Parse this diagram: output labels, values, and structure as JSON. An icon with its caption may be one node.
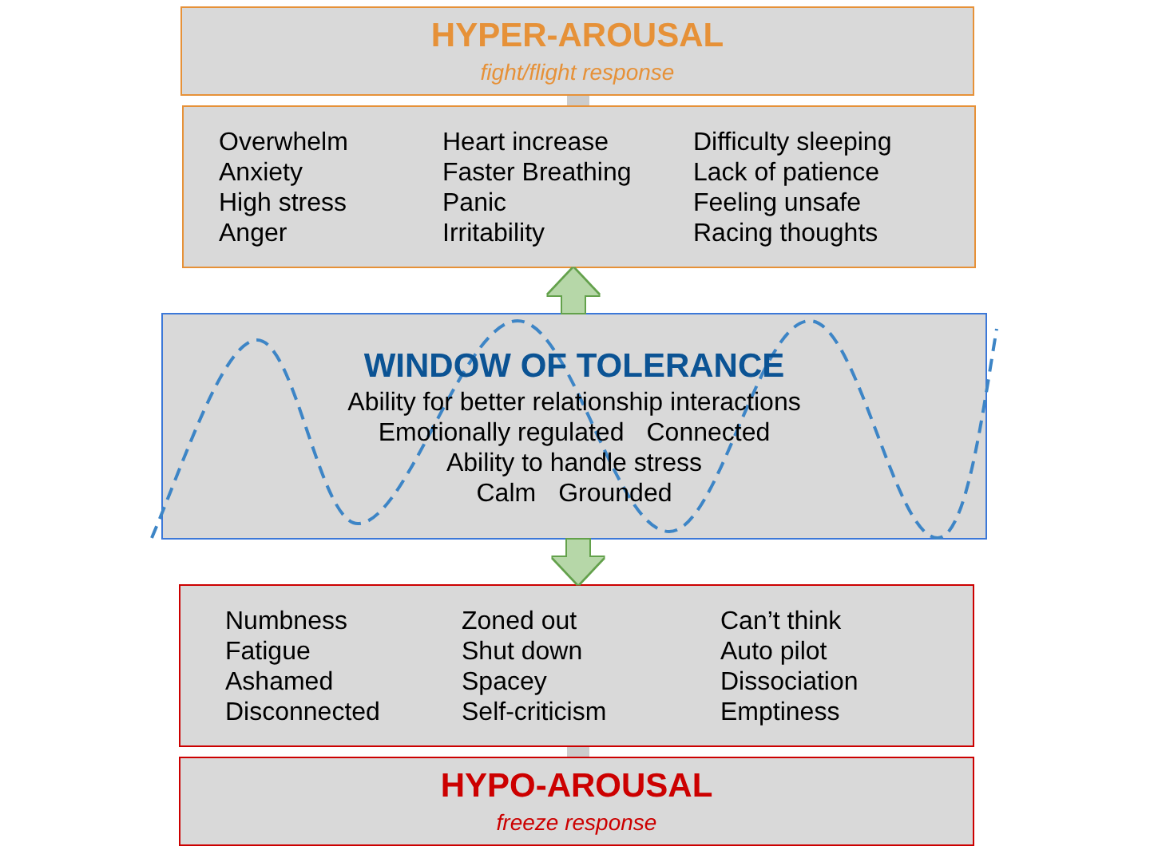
{
  "diagram": {
    "nodes": [
      {
        "text": [
          "HYPER-AROUSAL",
          "fight/flight response"
        ]
      },
      {
        "text": [
          "Overwhelm",
          "Anxiety",
          "High stress",
          "Anger",
          "Heart increase",
          "Faster Breathing",
          "Panic",
          "Irritability",
          "Difficulty sleeping",
          "Lack of patience",
          "Feeling unsafe",
          "Racing thoughts"
        ]
      },
      {
        "text": [
          "WINDOW OF TOLERANCE",
          "Ability for better relationship interactions",
          "Emotionally regulated",
          "Connected",
          "Ability to handle stress",
          "Calm",
          "Grounded"
        ]
      },
      {
        "text": [
          "Numbness",
          "Fatigue",
          "Ashamed",
          "Disconnected",
          "Zoned out",
          "Shut down",
          "Spacey",
          "Self-criticism",
          "Can’t think",
          "Auto pilot",
          "Dissociation",
          "Emptiness"
        ]
      },
      {
        "text": [
          "HYPO-AROUSAL",
          "freeze response"
        ]
      }
    ],
    "edges": [
      {
        "from": 0,
        "to": 1,
        "arrow": "none",
        "color": "#cccccc"
      },
      {
        "from": 2,
        "to": 1,
        "arrow": "to",
        "color": "#b6d7a8"
      },
      {
        "from": 2,
        "to": 3,
        "arrow": "to",
        "color": "#b6d7a8"
      },
      {
        "from": 3,
        "to": 4,
        "arrow": "none",
        "color": "#cccccc"
      }
    ]
  }
}
